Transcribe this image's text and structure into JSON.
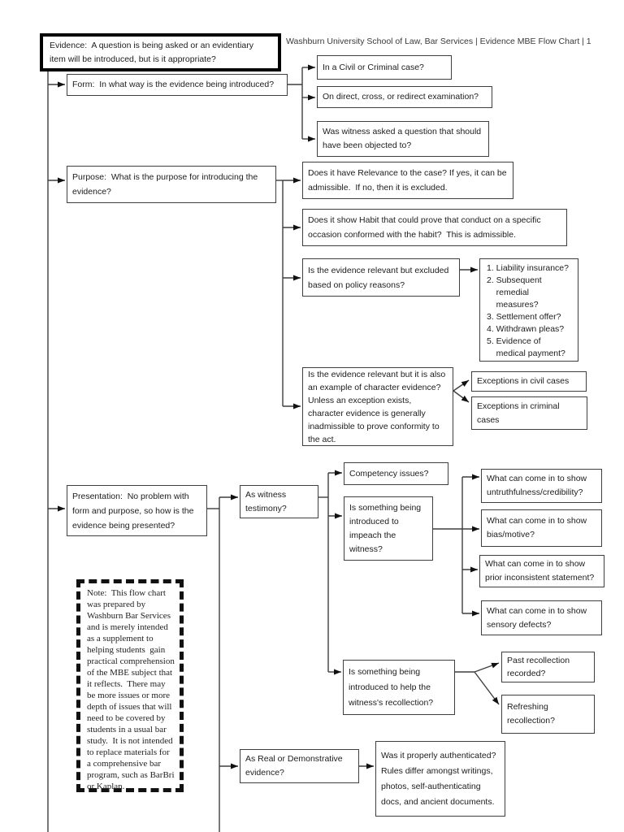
{
  "header": {
    "title": "Washburn University School of Law, Bar Services | Evidence MBE Flow Chart | 1"
  },
  "style": {
    "line_color": "#3f3f3f",
    "box_border_color": "#3f3f3f",
    "root_border_color": "#000000",
    "background": "#ffffff"
  },
  "boxes": {
    "evidence": {
      "label": "Evidence:  A question is being asked or an evidentiary\nitem will be introduced, but is it appropriate?"
    },
    "form": {
      "label": "Form:  In what way is the evidence being introduced?"
    },
    "civil": {
      "label": "In a Civil or Criminal case?"
    },
    "direct": {
      "label": "On direct, cross, or redirect examination?"
    },
    "objected": {
      "label": "Was witness asked a question that should\nhave been objected to?"
    },
    "purpose": {
      "label": "Purpose:  What is the purpose for introducing the\nevidence?"
    },
    "relevance": {
      "label": "Does it have Relevance to the case? If yes, it can be\nadmissible.  If no, then it is excluded."
    },
    "habit": {
      "label": "Does it show Habit that could prove that conduct on a specific\noccasion conformed with the habit?  This is admissible."
    },
    "policy": {
      "label": "Is the evidence relevant but excluded\nbased on policy reasons?"
    },
    "policy_list": {
      "label": "1. Liability insurance?\n2. Subsequent\n    remedial\n    measures?\n3. Settlement offer?\n4. Withdrawn pleas?\n5. Evidence of\n    medical payment?"
    },
    "character": {
      "label": "Is the evidence relevant but it is also\nan example of character evidence?\nUnless an exception exists,\ncharacter evidence is generally\ninadmissible to prove conformity to\nthe act."
    },
    "exc_civil": {
      "label": "Exceptions in civil cases"
    },
    "exc_criminal": {
      "label": "Exceptions in criminal\ncases"
    },
    "presentation": {
      "label": "Presentation:  No problem with\nform and purpose, so how is the\nevidence being presented?"
    },
    "witness": {
      "label": "As witness\ntestimony?"
    },
    "competency": {
      "label": "Competency issues?"
    },
    "impeach": {
      "label": "Is something being\nintroduced to\nimpeach the\nwitness?"
    },
    "untruth": {
      "label": "What can come in to show\nuntruthfulness/credibility?"
    },
    "bias": {
      "label": "What can come in to show\nbias/motive?"
    },
    "prior": {
      "label": "What can come in to show\nprior inconsistent statement?"
    },
    "sensory": {
      "label": "What can come in to show\nsensory defects?"
    },
    "recollection": {
      "label": "Is something being\nintroduced to help the\nwitness's recollection?"
    },
    "past_rec": {
      "label": "Past recollection\nrecorded?"
    },
    "refresh": {
      "label": "Refreshing\nrecollection?"
    },
    "real_demo": {
      "label": "As Real or Demonstrative\nevidence?"
    },
    "was_auth": {
      "label": "Was it properly authenticated?\nRules differ amongst writings,\nphotos, self-authenticating\ndocs, and ancient documents."
    },
    "note": {
      "label": "Note:  This flow chart\nwas prepared by\nWashburn Bar Services\nand is merely intended\nas a supplement to\nhelping students  gain\npractical comprehension\nof the MBE subject that\nit reflects.  There may\nbe more issues or more\ndepth of issues that will\nneed to be covered by\nstudents in a usual bar\nstudy.  It is not intended\nto replace materials for\na comprehensive bar\nprogram, such as BarBri\nor Kaplan."
    }
  }
}
